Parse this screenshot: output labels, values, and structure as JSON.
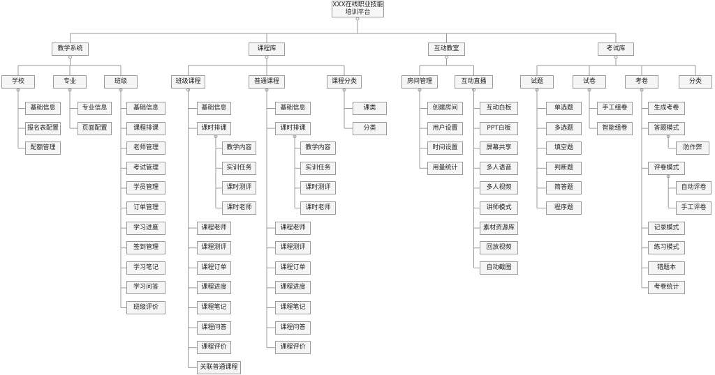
{
  "root": {
    "line1": "XXX在线职业技能",
    "line2": "培训平台"
  },
  "modules": [
    {
      "label": "教学系统",
      "groups": [
        {
          "label": "学校",
          "items": [
            {
              "label": "基础信息"
            },
            {
              "label": "报名表配置"
            },
            {
              "label": "配额管理"
            }
          ]
        },
        {
          "label": "专业",
          "items": [
            {
              "label": "专业信息"
            },
            {
              "label": "页面配置"
            }
          ]
        },
        {
          "label": "班级",
          "items": [
            {
              "label": "基础信息"
            },
            {
              "label": "课程排课"
            },
            {
              "label": "老师管理"
            },
            {
              "label": "考试管理"
            },
            {
              "label": "学员管理"
            },
            {
              "label": "订单管理"
            },
            {
              "label": "学习进度"
            },
            {
              "label": "签到管理"
            },
            {
              "label": "学习笔记"
            },
            {
              "label": "学习问答"
            },
            {
              "label": "班级评价"
            }
          ]
        }
      ]
    },
    {
      "label": "课程库",
      "groups": [
        {
          "label": "班级课程",
          "items": [
            {
              "label": "基础信息"
            },
            {
              "label": "课时排课",
              "children": [
                {
                  "label": "教学内容"
                },
                {
                  "label": "实训任务"
                },
                {
                  "label": "课时测评"
                },
                {
                  "label": "课时老师"
                }
              ]
            },
            {
              "label": "课程老师"
            },
            {
              "label": "课程测评"
            },
            {
              "label": "课程订单"
            },
            {
              "label": "课程进度"
            },
            {
              "label": "课程笔记"
            },
            {
              "label": "课程问答"
            },
            {
              "label": "课程评价"
            },
            {
              "label": "关联普通课程"
            }
          ]
        },
        {
          "label": "普通课程",
          "items": [
            {
              "label": "基础信息"
            },
            {
              "label": "课时排课",
              "children": [
                {
                  "label": "教学内容"
                },
                {
                  "label": "实训任务"
                },
                {
                  "label": "课时测评"
                },
                {
                  "label": "课时老师"
                }
              ]
            },
            {
              "label": "课程老师"
            },
            {
              "label": "课程测评"
            },
            {
              "label": "课程订单"
            },
            {
              "label": "课程进度"
            },
            {
              "label": "课程笔记"
            },
            {
              "label": "课程问答"
            },
            {
              "label": "课程评价"
            }
          ]
        },
        {
          "label": "课程分类",
          "items": [
            {
              "label": "课类"
            },
            {
              "label": "分类"
            }
          ]
        }
      ]
    },
    {
      "label": "互动教室",
      "groups": [
        {
          "label": "房间管理",
          "items": [
            {
              "label": "创建房间"
            },
            {
              "label": "用户设置"
            },
            {
              "label": "时间设置"
            },
            {
              "label": "用量统计"
            }
          ]
        },
        {
          "label": "互动直播",
          "items": [
            {
              "label": "互动白板"
            },
            {
              "label": "PPT白板"
            },
            {
              "label": "屏幕共享"
            },
            {
              "label": "多人语音"
            },
            {
              "label": "多人视频"
            },
            {
              "label": "讲师模式"
            },
            {
              "label": "素材资源库"
            },
            {
              "label": "回放视频"
            },
            {
              "label": "自动截图"
            }
          ]
        }
      ]
    },
    {
      "label": "考试库",
      "groups": [
        {
          "label": "试题",
          "items": [
            {
              "label": "单选题"
            },
            {
              "label": "多选题"
            },
            {
              "label": "填空题"
            },
            {
              "label": "判断题"
            },
            {
              "label": "简答题"
            },
            {
              "label": "程序题"
            }
          ]
        },
        {
          "label": "试卷",
          "items": [
            {
              "label": "手工组卷"
            },
            {
              "label": "智能组卷"
            }
          ]
        },
        {
          "label": "考卷",
          "items": [
            {
              "label": "生成考卷"
            },
            {
              "label": "答题模式",
              "children": [
                {
                  "label": "防作弊"
                }
              ]
            },
            {
              "label": "评卷模式",
              "children": [
                {
                  "label": "自动评卷"
                },
                {
                  "label": "手工评卷"
                }
              ]
            },
            {
              "label": "记录模式"
            },
            {
              "label": "练习模式"
            },
            {
              "label": "错题本"
            },
            {
              "label": "考卷统计"
            }
          ]
        },
        {
          "label": "分类",
          "items": []
        }
      ]
    }
  ]
}
